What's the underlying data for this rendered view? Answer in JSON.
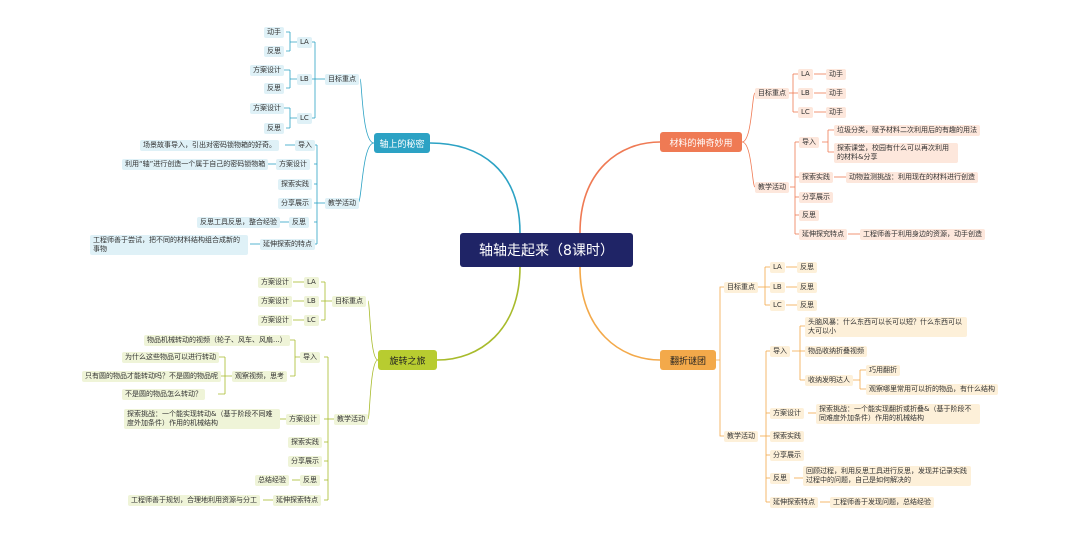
{
  "center": "轴轴走起来（8课时）",
  "b1": {
    "title": "轴上的秘密",
    "goal": "目标重点",
    "la": "LA",
    "la1": "动手",
    "la2": "反思",
    "lb": "LB",
    "lb1": "方案设计",
    "lb2": "反思",
    "lc": "LC",
    "lc1": "方案设计",
    "lc2": "反思",
    "act": "教学活动",
    "a1": "导入",
    "a1t": "场景故事导入，引出对密码锁物箱的好奇。",
    "a2": "方案设计",
    "a2t": "利用“轴”进行创造一个属于自己的密码锁物箱",
    "a3": "探索实践",
    "a4": "分享展示",
    "a5": "反思",
    "a5t": "反思工具反思，整合经验",
    "a6": "延伸探索的特点",
    "a6t": "工程师善于尝试，把不同的材料结构组合成新的事物"
  },
  "b2": {
    "title": "旋转之旅",
    "goal": "目标重点",
    "la": "LA",
    "la1": "方案设计",
    "lb": "LB",
    "lb1": "方案设计",
    "lc": "LC",
    "lc1": "方案设计",
    "act": "教学活动",
    "a1": "导入",
    "a1t": "物品机械转动的视频（轮子、风车、风扇...）",
    "q": "观察视频，思考",
    "q1": "为什么这些物品可以进行转动",
    "q2": "只有圆的物品才能转动吗？不是圆的物品呢",
    "q3": "不是圆的物品怎么转动？",
    "a2": "方案设计",
    "a2t": "探索挑战：一个能实现转动&（基于阶段不同难度外加条件）作用的机械结构",
    "a3": "探索实践",
    "a4": "分享展示",
    "a5": "反思",
    "a5t": "总结经验",
    "a6": "延伸探索特点",
    "a6t": "工程师善于规划，合理地利用资源与分工"
  },
  "b3": {
    "title": "材料的神奇妙用",
    "goal": "目标重点",
    "la": "LA",
    "la1": "动手",
    "lb": "LB",
    "lb1": "动手",
    "lc": "LC",
    "lc1": "动手",
    "act": "教学活动",
    "a1": "导入",
    "a1t1": "垃圾分类，赋予材料二次利用后的有趣的用法",
    "a1t2": "探索课堂，校园有什么可以再次利用的材料&分享",
    "a2": "探索实践",
    "a2t": "动物监测挑战：利用现在的材料进行创造",
    "a3": "分享展示",
    "a4": "反思",
    "a5": "延伸探究特点",
    "a5t": "工程师善于利用身边的资源，动手创造"
  },
  "b4": {
    "title": "翻折谜团",
    "goal": "目标重点",
    "la": "LA",
    "la1": "反思",
    "lb": "LB",
    "lb1": "反思",
    "lc": "LC",
    "lc1": "反思",
    "act": "教学活动",
    "a1": "导入",
    "a1t1": "头脑风暴：什么东西可以长可以短？什么东西可以大可以小",
    "a1t2": "物品收纳折叠视频",
    "a1c": "收纳发明达人",
    "a1c1": "巧用翻折",
    "a1c2": "观察哪里常用可以折的物品，有什么结构",
    "a2": "方案设计",
    "a2t": "探索挑战：一个能实现翻折或折叠&（基于阶段不同难度外加条件）作用的机械结构",
    "a3": "探索实践",
    "a4": "分享展示",
    "a5": "反思",
    "a5t": "回顾过程，利用反思工具进行反思，发现并记录实践过程中的问题，自己是如何解决的",
    "a6": "延伸探索特点",
    "a6t": "工程师善于发现问题，总结经验"
  },
  "colors": {
    "blue": "#2ca2c4",
    "orange": "#ef7a54",
    "green": "#a8bb2c",
    "yellow": "#f3a94a",
    "center": "#1f2466"
  }
}
